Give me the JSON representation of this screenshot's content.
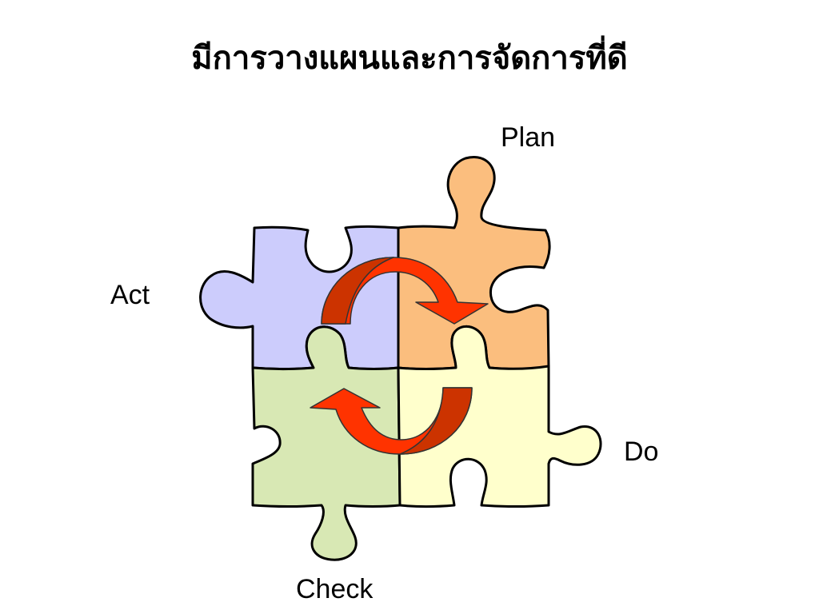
{
  "slide": {
    "title": "มีการวางแผนและการจัดการที่ดี"
  },
  "diagram": {
    "pieces": [
      {
        "id": "plan",
        "label": "Plan",
        "color": "#fbbe7e"
      },
      {
        "id": "do",
        "label": "Do",
        "color": "#ffffcc"
      },
      {
        "id": "check",
        "label": "Check",
        "color": "#d8e8b4"
      },
      {
        "id": "act",
        "label": "Act",
        "color": "#ccccfc"
      }
    ],
    "arrow_colors": {
      "fill": "#ff3300",
      "shade": "#cc3300"
    }
  }
}
